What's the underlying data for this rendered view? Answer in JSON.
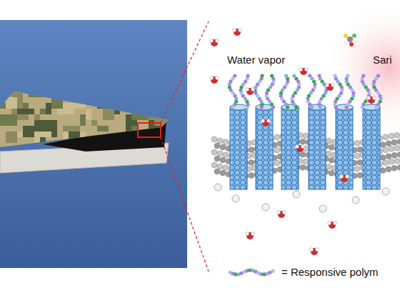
{
  "diagram": {
    "labels": [
      "Water vapor",
      "Sari"
    ],
    "legend": [
      {
        "text": "= Responsive polym"
      }
    ]
  }
}
